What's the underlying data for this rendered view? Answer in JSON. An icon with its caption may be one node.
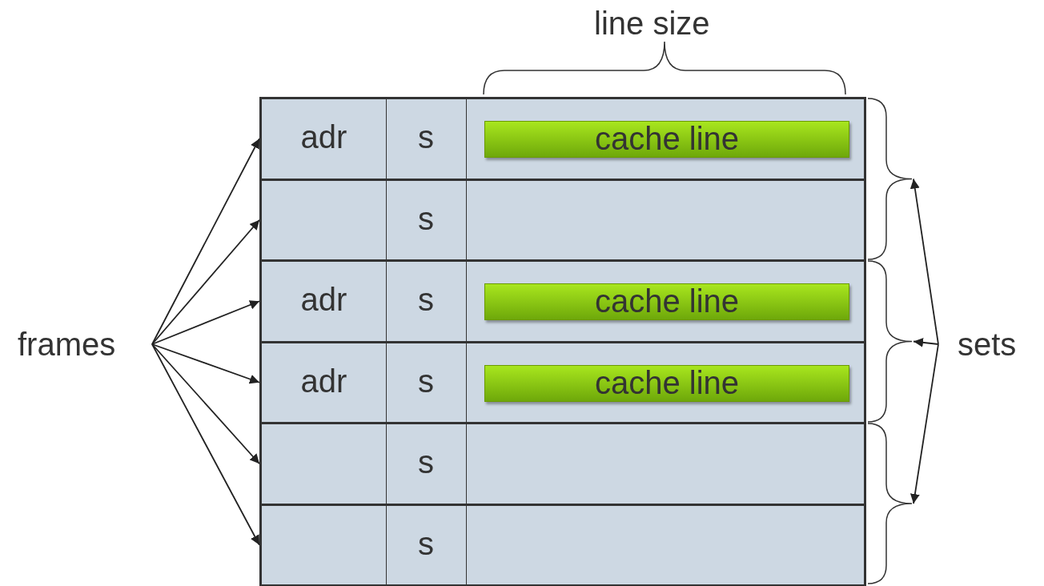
{
  "diagram": {
    "nodes": [
      {
        "text": [
          "frames"
        ]
      },
      {
        "text": [
          "adr",
          "s"
        ]
      },
      {
        "text": [
          "cache line"
        ],
        "in": 1
      },
      {
        "text": [
          "s"
        ]
      },
      {
        "text": [
          "adr",
          "s"
        ]
      },
      {
        "text": [
          "cache line"
        ],
        "in": 4
      },
      {
        "text": [
          "adr",
          "s"
        ]
      },
      {
        "text": [
          "cache line"
        ],
        "in": 6
      },
      {
        "text": [
          "s"
        ]
      },
      {
        "text": [
          "s"
        ]
      },
      {
        "text": [
          "sets"
        ]
      },
      {
        "text": [],
        "shape": "brace"
      },
      {
        "text": [],
        "shape": "brace"
      },
      {
        "text": [],
        "shape": "brace"
      }
    ],
    "edges": [
      {
        "from": 0,
        "to": 1,
        "arrow": "to"
      },
      {
        "from": 0,
        "to": 3,
        "arrow": "to"
      },
      {
        "from": 0,
        "to": 4,
        "arrow": "to"
      },
      {
        "from": 0,
        "to": 6,
        "arrow": "to"
      },
      {
        "from": 0,
        "to": 8,
        "arrow": "to"
      },
      {
        "from": 0,
        "to": 9,
        "arrow": "to"
      },
      {
        "from": 10,
        "to": 11,
        "arrow": "to"
      },
      {
        "from": 10,
        "to": 12,
        "arrow": "to"
      },
      {
        "from": 10,
        "to": 13,
        "arrow": "to"
      }
    ],
    "labels": [
      "line size"
    ]
  }
}
